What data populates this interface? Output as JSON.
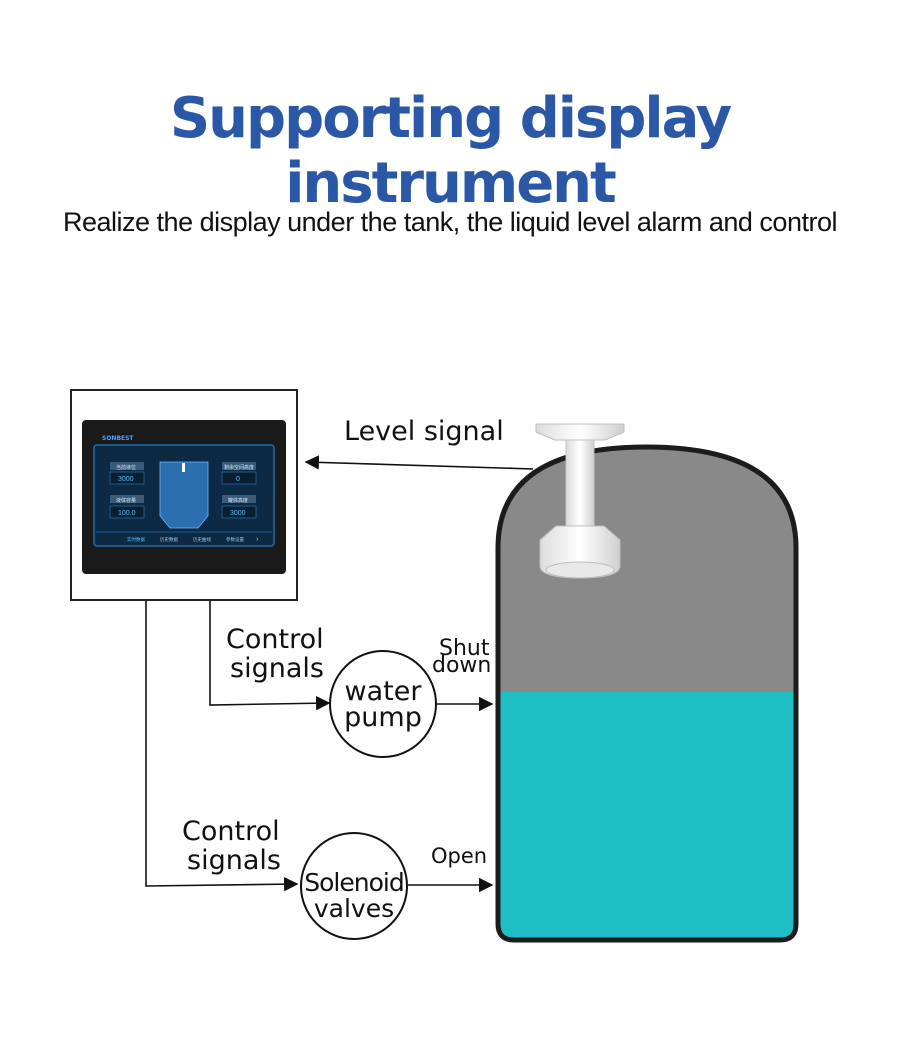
{
  "title": "Supporting display instrument",
  "subtitle": "Realize the display under the tank, the liquid level alarm and control",
  "colors": {
    "title": "#2b58a6",
    "liquid": "#1fbec4",
    "tank_empty": "#898989",
    "screen_bg": "#0d2a44",
    "screen_accent": "#1f6ca8"
  },
  "display": {
    "brand": "SONBEST",
    "fields": [
      {
        "label": "当前液位",
        "value": "3000"
      },
      {
        "label": "液体容量",
        "value": "100.0"
      },
      {
        "label": "剩余空间高度",
        "value": "0"
      },
      {
        "label": "罐体高度",
        "value": "3000"
      }
    ],
    "tabs": [
      "实时数据",
      "历史数据",
      "历史曲线",
      "参数设置"
    ]
  },
  "labels": {
    "level_signal": "Level signal",
    "control_signals_1_line1": "Control",
    "control_signals_1_line2": "signals",
    "control_signals_2_line1": "Control",
    "control_signals_2_line2": "signals",
    "shut_line1": "Shut",
    "shut_line2": "down",
    "open": "Open",
    "pump_line1": "water",
    "pump_line2": "pump",
    "valve_line1": "Solenoid",
    "valve_line2": "valves"
  },
  "tank": {
    "liquid_fill_fraction": 0.5
  }
}
